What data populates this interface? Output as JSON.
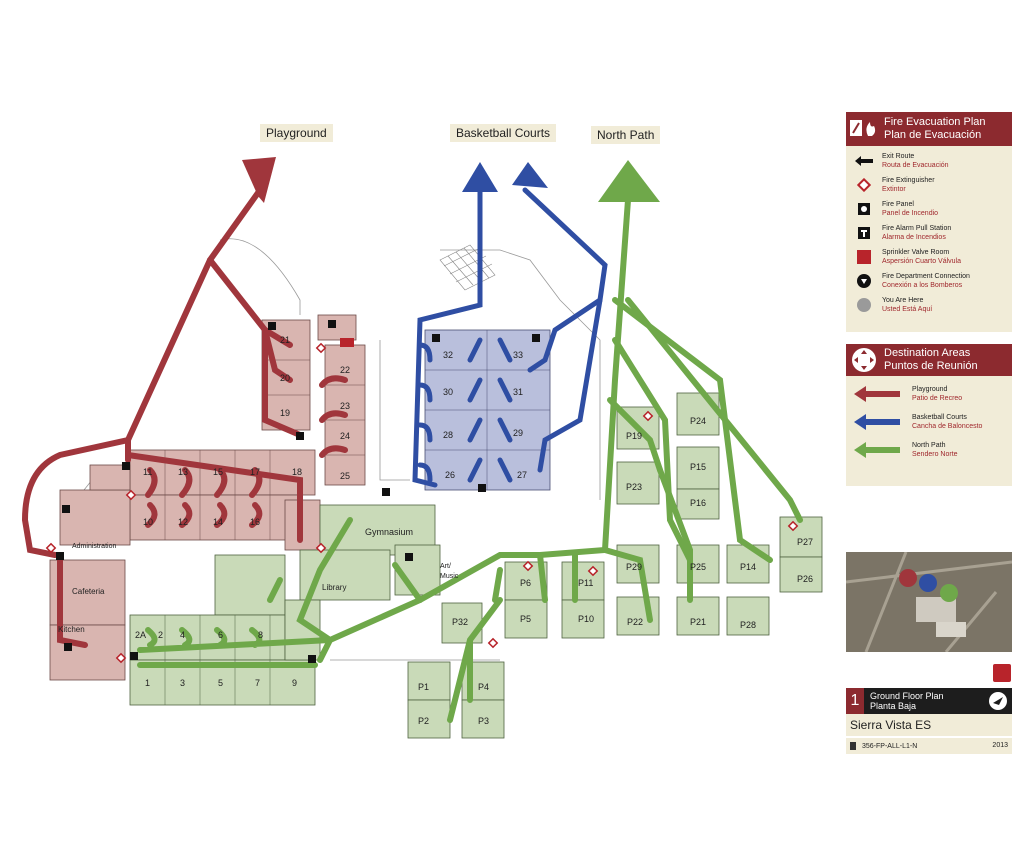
{
  "destinations": {
    "playground": "Playground",
    "basketball": "Basketball Courts",
    "north_path": "North Path"
  },
  "legend": {
    "title_en": "Fire Evacuation Plan",
    "title_es": "Plan de Evacuación",
    "items": [
      {
        "icon": "exit-route-arrow-icon",
        "en": "Exit Route",
        "es": "Routa de Evacuación"
      },
      {
        "icon": "fire-extinguisher-icon",
        "en": "Fire Extinguisher",
        "es": "Extintor"
      },
      {
        "icon": "fire-panel-icon",
        "en": "Fire Panel",
        "es": "Panel de Incendio"
      },
      {
        "icon": "fire-alarm-pull-station-icon",
        "en": "Fire Alarm Pull Station",
        "es": "Alarma de Incendios"
      },
      {
        "icon": "sprinkler-valve-room-icon",
        "en": "Sprinkler Valve Room",
        "es": "Aspersión Cuarto Válvula"
      },
      {
        "icon": "fire-department-connection-icon",
        "en": "Fire Department Connection",
        "es": "Conexión a los Bomberos"
      },
      {
        "icon": "you-are-here-icon",
        "en": "You Are Here",
        "es": "Usted Está Aquí"
      }
    ]
  },
  "destination_legend": {
    "title_en": "Destination Areas",
    "title_es": "Puntos de Reunión",
    "items": [
      {
        "en": "Playground",
        "es": "Patio de Recreo",
        "color": "#a0363c"
      },
      {
        "en": "Basketball Courts",
        "es": "Cancha de Baloncesto",
        "color": "#2f4ea3"
      },
      {
        "en": "North Path",
        "es": "Sendero Norte",
        "color": "#6fa84a"
      }
    ]
  },
  "title_block": {
    "floor_number": "1",
    "floor_en": "Ground Floor Plan",
    "floor_es": "Planta Baja",
    "school": "Sierra Vista ES",
    "drawing_id": "356-FP-ALL-L1-N",
    "year": "2013"
  },
  "colors": {
    "playground": "#a0363c",
    "basketball": "#2f4ea3",
    "north_path": "#6fa84a",
    "red_zone_fill": "#d9b5b0",
    "blue_zone_fill": "#b9bfdc",
    "green_zone_fill": "#c9dab8",
    "panel_bg": "#f1ecd8",
    "panel_header": "#8c2a2f"
  },
  "rooms": {
    "r21": "21",
    "r20": "20",
    "r19": "19",
    "r22": "22",
    "r23": "23",
    "r24": "24",
    "r25": "25",
    "r11": "11",
    "r13": "13",
    "r15": "15",
    "r17": "17",
    "r18": "18",
    "r10": "10",
    "r12": "12",
    "r14": "14",
    "r16": "16",
    "admin": "Administration",
    "cafeteria": "Cafeteria",
    "kitchen": "Kitchen",
    "r32": "32",
    "r33": "33",
    "r30": "30",
    "r31": "31",
    "r28": "28",
    "r29": "29",
    "r26": "26",
    "r27": "27",
    "gym": "Gymnasium",
    "library": "Library",
    "art": "Art/",
    "music": "Music",
    "r2a": "2A",
    "r2": "2",
    "r4": "4",
    "r6": "6",
    "r8": "8",
    "r1": "1",
    "r3": "3",
    "r5": "5",
    "r7": "7",
    "r9": "9",
    "p19": "P19",
    "p24": "P24",
    "p15": "P15",
    "p16": "P16",
    "p23": "P23",
    "p29": "P29",
    "p25": "P25",
    "p14": "P14",
    "p27": "P27",
    "p26": "P26",
    "p22": "P22",
    "p21": "P21",
    "p28": "P28",
    "p6": "P6",
    "p11": "P11",
    "p5": "P5",
    "p10": "P10",
    "p32": "P32",
    "p1": "P1",
    "p4": "P4",
    "p2": "P2",
    "p3": "P3"
  }
}
